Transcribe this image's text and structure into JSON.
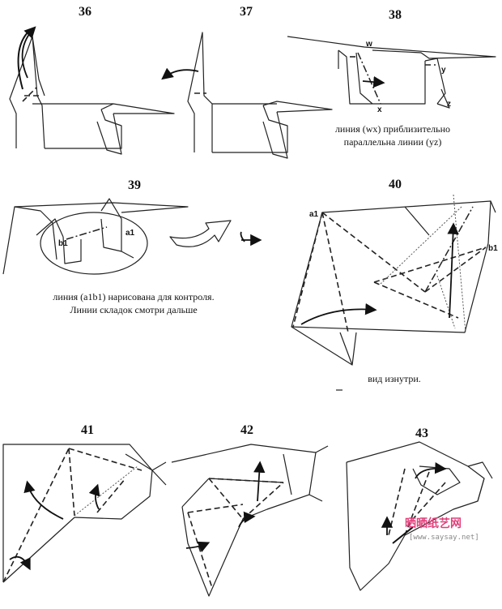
{
  "steps": {
    "s36": "36",
    "s37": "37",
    "s38": "38",
    "s39": "39",
    "s40": "40",
    "s41": "41",
    "s42": "42",
    "s43": "43"
  },
  "labels": {
    "w": "w",
    "x": "x",
    "y": "y",
    "z": "z",
    "a1_39": "a1",
    "b1_39": "b1",
    "a1_40": "a1",
    "b1_40": "b1"
  },
  "captions": {
    "c38_line1": "линия (wx) приблизительно",
    "c38_line2": "параллельна линии (yz)",
    "c39_line1": "линия (a1b1) нарисована для контроля.",
    "c39_line2": "Линии складок смотри дальше",
    "c40": "вид изнутри."
  },
  "watermark": {
    "brand": "晒晒纸艺网",
    "url": "[www.saysay.net]"
  },
  "colors": {
    "line": "#222222",
    "watermark": "#e0407a"
  }
}
